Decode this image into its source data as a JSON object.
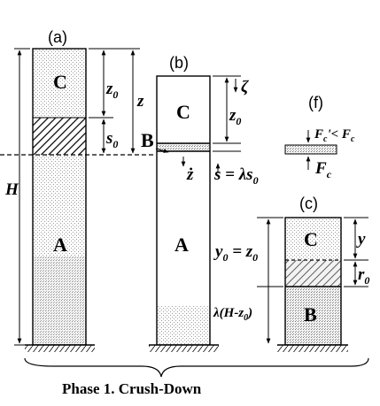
{
  "panels": {
    "a": "(a)",
    "b": "(b)",
    "c": "(c)",
    "f": "(f)"
  },
  "blocks": {
    "c": "C",
    "a": "A",
    "b": "B"
  },
  "labels": {
    "H": "H",
    "z0": "z",
    "z0_sub": "0",
    "s0": "s",
    "s0_sub": "0",
    "z": "z",
    "zeta": "ζ",
    "zdot": "ż",
    "s_eq": "s = λs",
    "s_eq_sub": "0",
    "y0_eq": "y",
    "y0_eq_sub": "0",
    "y0_eq_rest": " = z",
    "y0_eq_rest_sub": "0",
    "y": "y",
    "r0": "r",
    "r0_sub": "0",
    "lambda_expr": "λ(H-z",
    "lambda_expr_sub": "0",
    "lambda_expr_end": ")",
    "fc_prime": "F",
    "fc_prime_sub": "c",
    "fc_prime_rest": "'< F",
    "fc_prime_rest_sub": "c",
    "fc": "F",
    "fc_sub": "c"
  },
  "caption": "Phase 1. Crush-Down"
}
